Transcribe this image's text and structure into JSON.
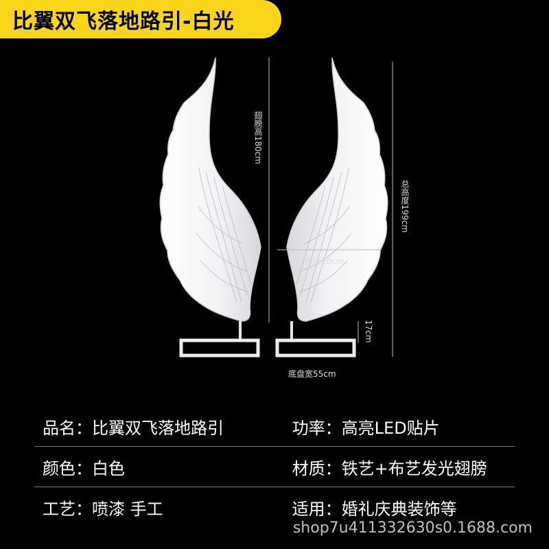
{
  "title": "比翼双飞落地路引-白光",
  "dimensions": {
    "wing_height": "翅膀高180cm",
    "total_height": "总高度199cm",
    "diameter": "直径70cm",
    "stand_height": "17cm",
    "base_width": "底盘宽55cm"
  },
  "specs": [
    [
      {
        "label": "品名：",
        "value": "比翼双飞落地路引"
      },
      {
        "label": "功率：",
        "value": "高亮LED贴片"
      }
    ],
    [
      {
        "label": "颜色：",
        "value": "白色"
      },
      {
        "label": "材质：",
        "value": "铁艺+布艺发光翅膀"
      }
    ],
    [
      {
        "label": "工艺：",
        "value": "喷漆 手工"
      },
      {
        "label": "适用：",
        "value": "婚礼庆典装饰等"
      }
    ]
  ],
  "watermark": "shop7u411332630s0.1688.com"
}
